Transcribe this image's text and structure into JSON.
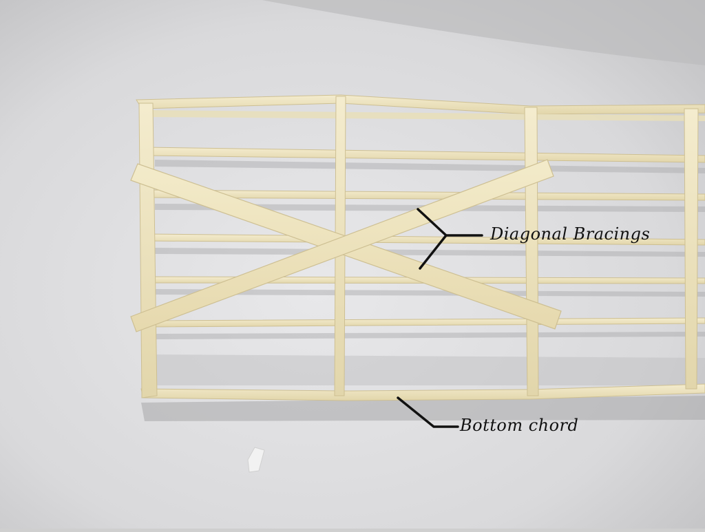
{
  "photo": {
    "subject": "balsa-wood-truss-model",
    "colors": {
      "background_light": "#e6e6e8",
      "background_dark": "#b9b9bb",
      "wood": "#efe6c4",
      "wood_edge": "#d2c498",
      "shadow": "#9c9c9e",
      "ink": "#111111"
    }
  },
  "annotations": {
    "diagonal_bracings": "Diagonal Bracings",
    "bottom_chord": "Bottom chord"
  }
}
